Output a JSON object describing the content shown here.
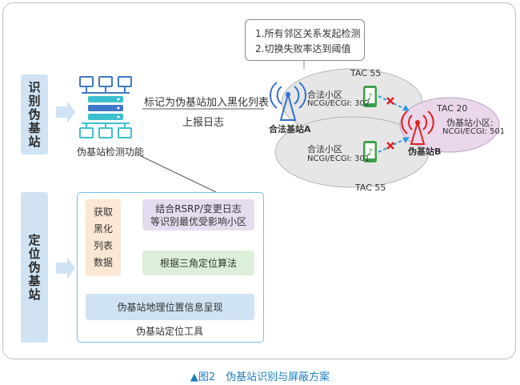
{
  "sidebar": {
    "identify_label": "识别伪基站",
    "locate_label": "定位伪基站"
  },
  "detection": {
    "function_label": "伪基站检测功能",
    "blacklist_label": "标记为伪基站加入黑化列表",
    "report_label": "上报日志"
  },
  "conditions": {
    "line1": "1.所有邻区关系发起检测",
    "line2": "2.切换失败率达到阈值"
  },
  "network": {
    "tac_top": "TAC 55",
    "tac_bottom": "TAC 55",
    "tac_fake": "TAC 20",
    "station_a_label": "合法基站A",
    "station_b_label": "伪基站B",
    "cell_top_title": "合法小区",
    "cell_top_id": "NCGI/ECGI: 302",
    "cell_bottom_title": "合法小区",
    "cell_bottom_id": "NCGI/ECGI: 301",
    "fake_cell_title": "伪基站小区:",
    "fake_cell_id": "NCGI/ECGI: 501"
  },
  "locate_tool": {
    "get_line1": "获取",
    "get_line2": "黑化",
    "get_line3": "列表",
    "get_line4": "数据",
    "rsrp_line1": "结合RSRP/变更日志",
    "rsrp_line2": "等识别最优受影响小区",
    "triangulate": "根据三角定位算法",
    "geo_display": "伪基站地理位置信息呈现",
    "tool_label": "伪基站定位工具"
  },
  "caption": "▲图2　伪基站识别与屏蔽方案",
  "colors": {
    "sidebar_bg": "#cfe3f3",
    "accent_blue": "#1a7fc1",
    "server_blue": "#3f78c6",
    "server_teal": "#3cbfd0",
    "legit_antenna": "#2f6fd0",
    "fake_antenna": "#e02020",
    "phone_green": "#3ba14a",
    "fake_cell_bg": "#ead7ea"
  }
}
